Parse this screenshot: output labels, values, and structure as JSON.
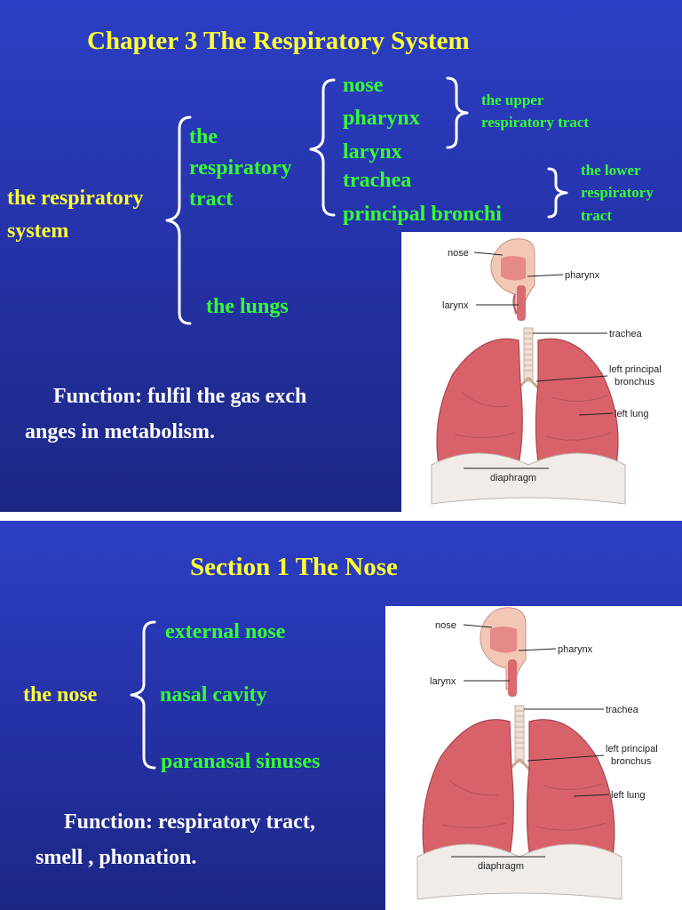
{
  "slide1": {
    "title": "Chapter 3      The Respiratory System",
    "system_label": [
      "the respiratory",
      "system"
    ],
    "tract_label": [
      "the",
      "respiratory",
      "tract"
    ],
    "lungs_label": "the lungs",
    "tract_parts": [
      "nose",
      "pharynx",
      "larynx",
      "trachea",
      "principal bronchi"
    ],
    "upper_tract": [
      "the upper",
      "respiratory tract"
    ],
    "lower_tract": [
      "the lower",
      "respiratory",
      "tract"
    ],
    "function_lines": [
      "Function: fulfil the gas exch",
      "anges in metabolism."
    ]
  },
  "slide2": {
    "title": "Section 1   The Nose",
    "nose_label": "the nose",
    "parts": [
      "external nose",
      "nasal cavity",
      "paranasal sinuses"
    ],
    "function_lines": [
      "Function: respiratory tract,",
      "smell , phonation."
    ]
  },
  "figure": {
    "labels": [
      "nose",
      "pharynx",
      "larynx",
      "trachea",
      "left principal",
      "bronchus",
      "left lung",
      "diaphragm"
    ]
  },
  "colors": {
    "background": "#2633aa",
    "title": "#ffff33",
    "tree_term": "#33ff33",
    "body_text": "#ffffff",
    "lung": "#d9626a"
  }
}
